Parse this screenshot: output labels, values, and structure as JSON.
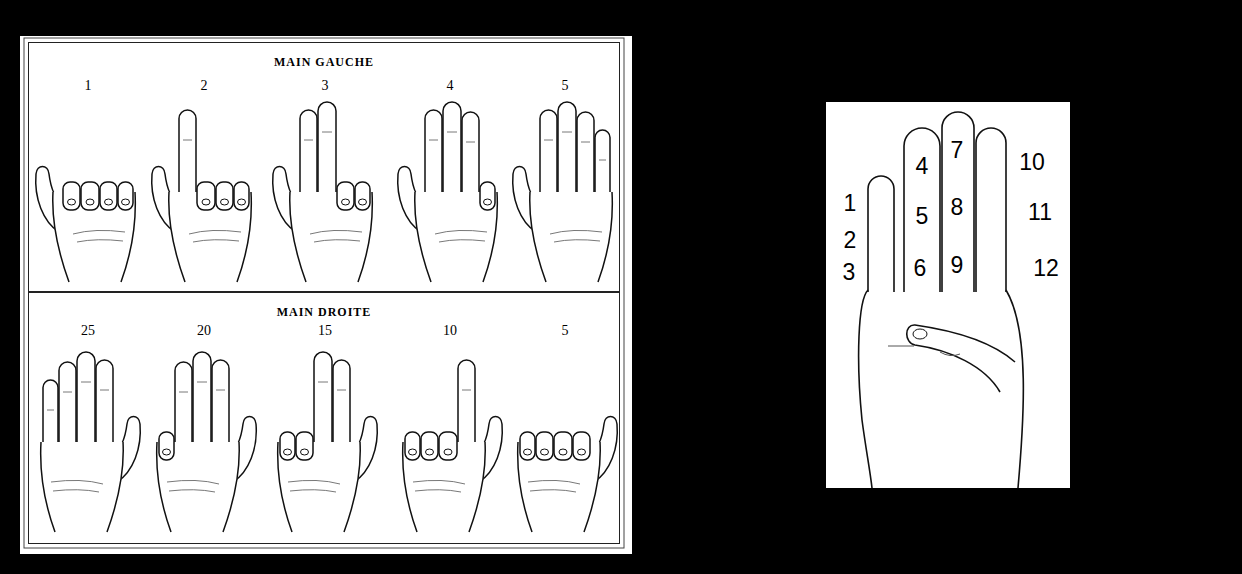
{
  "diagram": {
    "nodes": [
      {
        "text": [
          "MAIN GAUCHE"
        ]
      },
      {
        "text": [
          "MAIN DROITE"
        ]
      }
    ],
    "labels": [
      "1",
      "2",
      "3",
      "4",
      "5",
      "25",
      "20",
      "15",
      "10",
      "5",
      "1",
      "2",
      "3",
      "4",
      "5",
      "6",
      "7",
      "8",
      "9",
      "10",
      "11",
      "12"
    ]
  }
}
